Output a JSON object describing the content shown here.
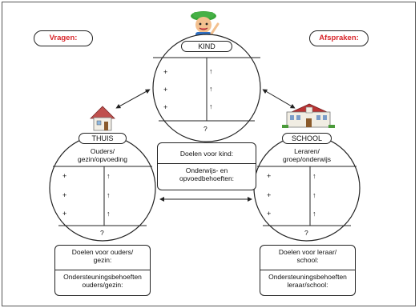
{
  "labels": {
    "vragen": "Vragen:",
    "afspraken": "Afspraken:",
    "kind": "KIND",
    "thuis": "THUIS",
    "school": "SCHOOL",
    "thuis_sub": "Ouders/\ngezin/opvoeding",
    "school_sub": "Leraren/\ngroep/onderwijs"
  },
  "circle_marks": {
    "plus": "+",
    "arrow": "↑",
    "question": "?"
  },
  "center_box": {
    "goals": "Doelen voor kind:",
    "needs": "Onderwijs- en\nopvoedbehoeften:"
  },
  "thuis_box": {
    "goals": "Doelen voor ouders/\ngezin:",
    "needs": "Ondersteuningsbehoeften\nouders/gezin:"
  },
  "school_box": {
    "goals": "Doelen voor leraar/\nschool:",
    "needs": "Ondersteuningsbehoeften\nleraar/school:"
  },
  "colors": {
    "accent_red": "#d8262b",
    "line": "#222222"
  }
}
